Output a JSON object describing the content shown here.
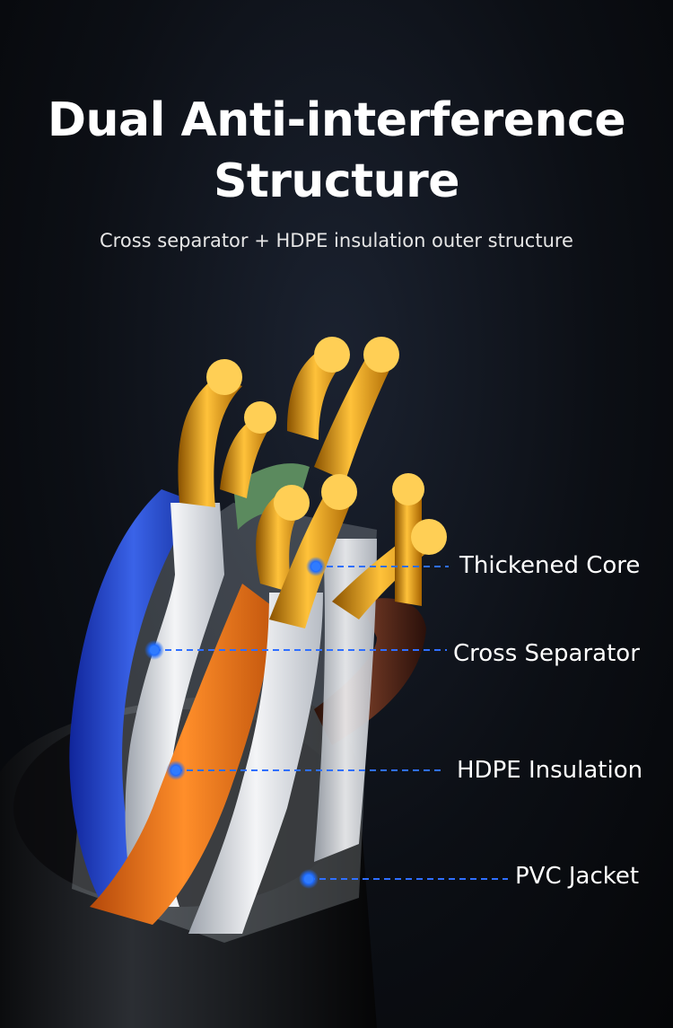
{
  "header": {
    "title_line1": "Dual Anti-interference",
    "title_line2": "Structure",
    "subtitle": "Cross separator + HDPE insulation outer structure"
  },
  "callouts": [
    {
      "label": "Thickened Core"
    },
    {
      "label": "Cross Separator"
    },
    {
      "label": "HDPE Insulation"
    },
    {
      "label": "PVC Jacket"
    }
  ],
  "colors": {
    "accent": "#1e6bff",
    "copper": "#e8a21c",
    "wire_blue": "#2346c8",
    "wire_orange": "#f07a18",
    "wire_brown": "#5a2a1a",
    "wire_green": "#5b8a5e",
    "jacket": "#1a1c20"
  }
}
